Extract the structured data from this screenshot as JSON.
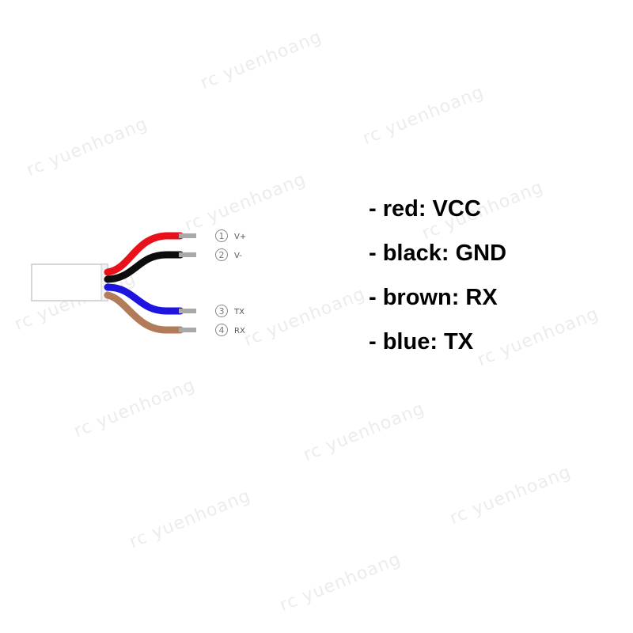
{
  "watermark": "rc yuenhoang",
  "wires": [
    {
      "number": "1",
      "label": "V+",
      "color": "#e8111b"
    },
    {
      "number": "2",
      "label": "V-",
      "color": "#0d0d0d"
    },
    {
      "number": "3",
      "label": "TX",
      "color": "#1d14e0"
    },
    {
      "number": "4",
      "label": "RX",
      "color": "#b27c5a"
    }
  ],
  "legend": [
    {
      "text": "- red: VCC"
    },
    {
      "text": "- black: GND"
    },
    {
      "text": "- brown: RX"
    },
    {
      "text": "- blue: TX"
    }
  ]
}
